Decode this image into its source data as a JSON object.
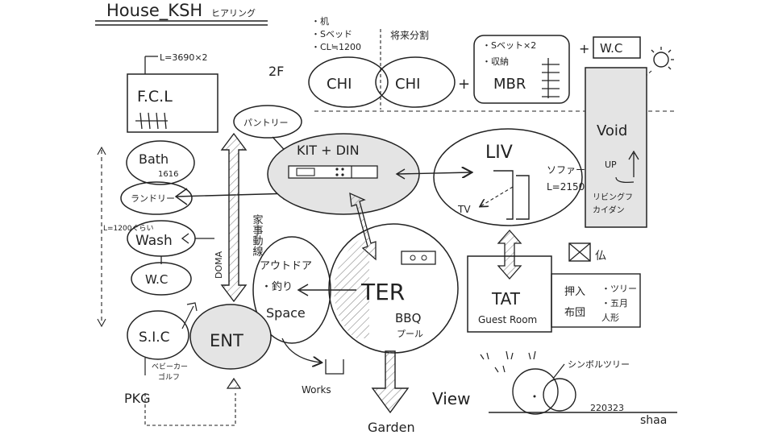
{
  "title": "House_KSH",
  "title_sub": "ヒアリング",
  "floor_label": "2F",
  "fcl": {
    "dim": "L=3690×2",
    "label": "F.C.L"
  },
  "chi_notes": [
    "・机",
    "・Sベッド",
    "・CL≒1200"
  ],
  "split_note": "将来分割",
  "chi_left": "CHI",
  "chi_right": "CHI",
  "plus1": "+",
  "mbr_notes": [
    "・Sベット×2",
    "・収納"
  ],
  "mbr": "MBR",
  "plus2": "+",
  "wc_top": "W.C",
  "void": "Void",
  "up": "UP",
  "void_note1": "リビングフ",
  "void_note2": "カイダン",
  "pantry": "パントリー",
  "kitdin": "KIT + DIN",
  "liv": "LIV",
  "sofa1": "ソファー",
  "sofa2": "L=2150",
  "tv": "TV",
  "bath": "Bath",
  "bath_size": "1616",
  "laundry": "ランドリー",
  "wash_dim": "L=1200ぐらい",
  "wash": "Wash",
  "wc": "W.C",
  "doma": "DOMA",
  "kaji": "家事動線",
  "outdoor": "アウトドア",
  "fishing": "・釣り",
  "space": "Space",
  "ter": "TER",
  "bbq": "BBQ",
  "pool": "プール",
  "butsu": "仏",
  "tat": "TAT",
  "guest": "Guest Room",
  "tat_notes": [
    "押入",
    "布団",
    "・ツリー",
    "・五月",
    "人形"
  ],
  "sic": "S.I.C",
  "sic_note1": "ベビーカー",
  "sic_note2": "ゴルフ",
  "ent": "ENT",
  "works": "Works",
  "pkg": "PKG",
  "garden": "Garden",
  "view": "View",
  "symbol_tree": "シンボルツリー",
  "date": "220323",
  "author": "shaa"
}
